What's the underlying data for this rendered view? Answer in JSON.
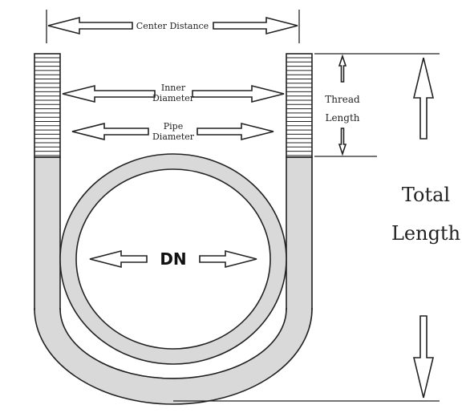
{
  "labels": {
    "center_distance": "Center Distance",
    "inner_diameter_line1": "Inner",
    "inner_diameter_line2": "Diameter",
    "pipe_diameter_line1": "Pipe",
    "pipe_diameter_line2": "Diameter",
    "thread_length_line1": "Thread",
    "thread_length_line2": "Length",
    "total_length_line1": "Total",
    "total_length_line2": "Length",
    "dn": "DN"
  },
  "colors": {
    "steel": "#d9d9d9",
    "outline": "#222222",
    "background": "#ffffff"
  }
}
